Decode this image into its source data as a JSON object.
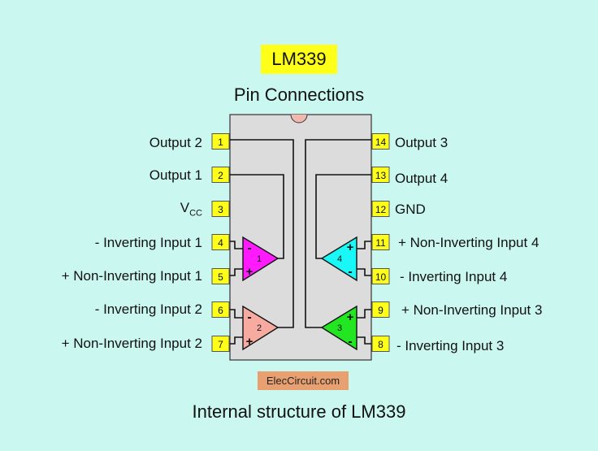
{
  "title": "LM339",
  "subtitle": "Pin Connections",
  "caption": "Internal structure of LM339",
  "brand": "ElecCircuit.com",
  "colors": {
    "background": "#cbf7f1",
    "title_badge": "#ffff1a",
    "pin_box": "#ffff1a",
    "chip_body": "#dcdcdc",
    "comp1": "#ff1aff",
    "comp2": "#f7aaa0",
    "comp3": "#22e622",
    "comp4": "#1af7f7",
    "brand_badge": "#e8a070"
  },
  "pins": [
    {
      "number": "1",
      "label": "Output 2"
    },
    {
      "number": "2",
      "label": "Output 1"
    },
    {
      "number": "3",
      "label": "V",
      "sub": "CC"
    },
    {
      "number": "4",
      "label": "- Inverting Input 1"
    },
    {
      "number": "5",
      "label": "+ Non-Inverting Input 1"
    },
    {
      "number": "6",
      "label": "- Inverting Input 2"
    },
    {
      "number": "7",
      "label": "+ Non-Inverting Input 2"
    },
    {
      "number": "8",
      "label": "- Inverting Input 3"
    },
    {
      "number": "9",
      "label": "+ Non-Inverting Input 3"
    },
    {
      "number": "10",
      "label": "- Inverting Input 4"
    },
    {
      "number": "11",
      "label": "+ Non-Inverting Input 4"
    },
    {
      "number": "12",
      "label": "GND"
    },
    {
      "number": "13",
      "label": "Output 4"
    },
    {
      "number": "14",
      "label": "Output 3"
    }
  ],
  "comparators": [
    {
      "id": "1",
      "minus": "-",
      "plus": "+"
    },
    {
      "id": "2",
      "minus": "-",
      "plus": "+"
    },
    {
      "id": "3",
      "minus": "-",
      "plus": "+"
    },
    {
      "id": "4",
      "minus": "-",
      "plus": "+"
    }
  ]
}
